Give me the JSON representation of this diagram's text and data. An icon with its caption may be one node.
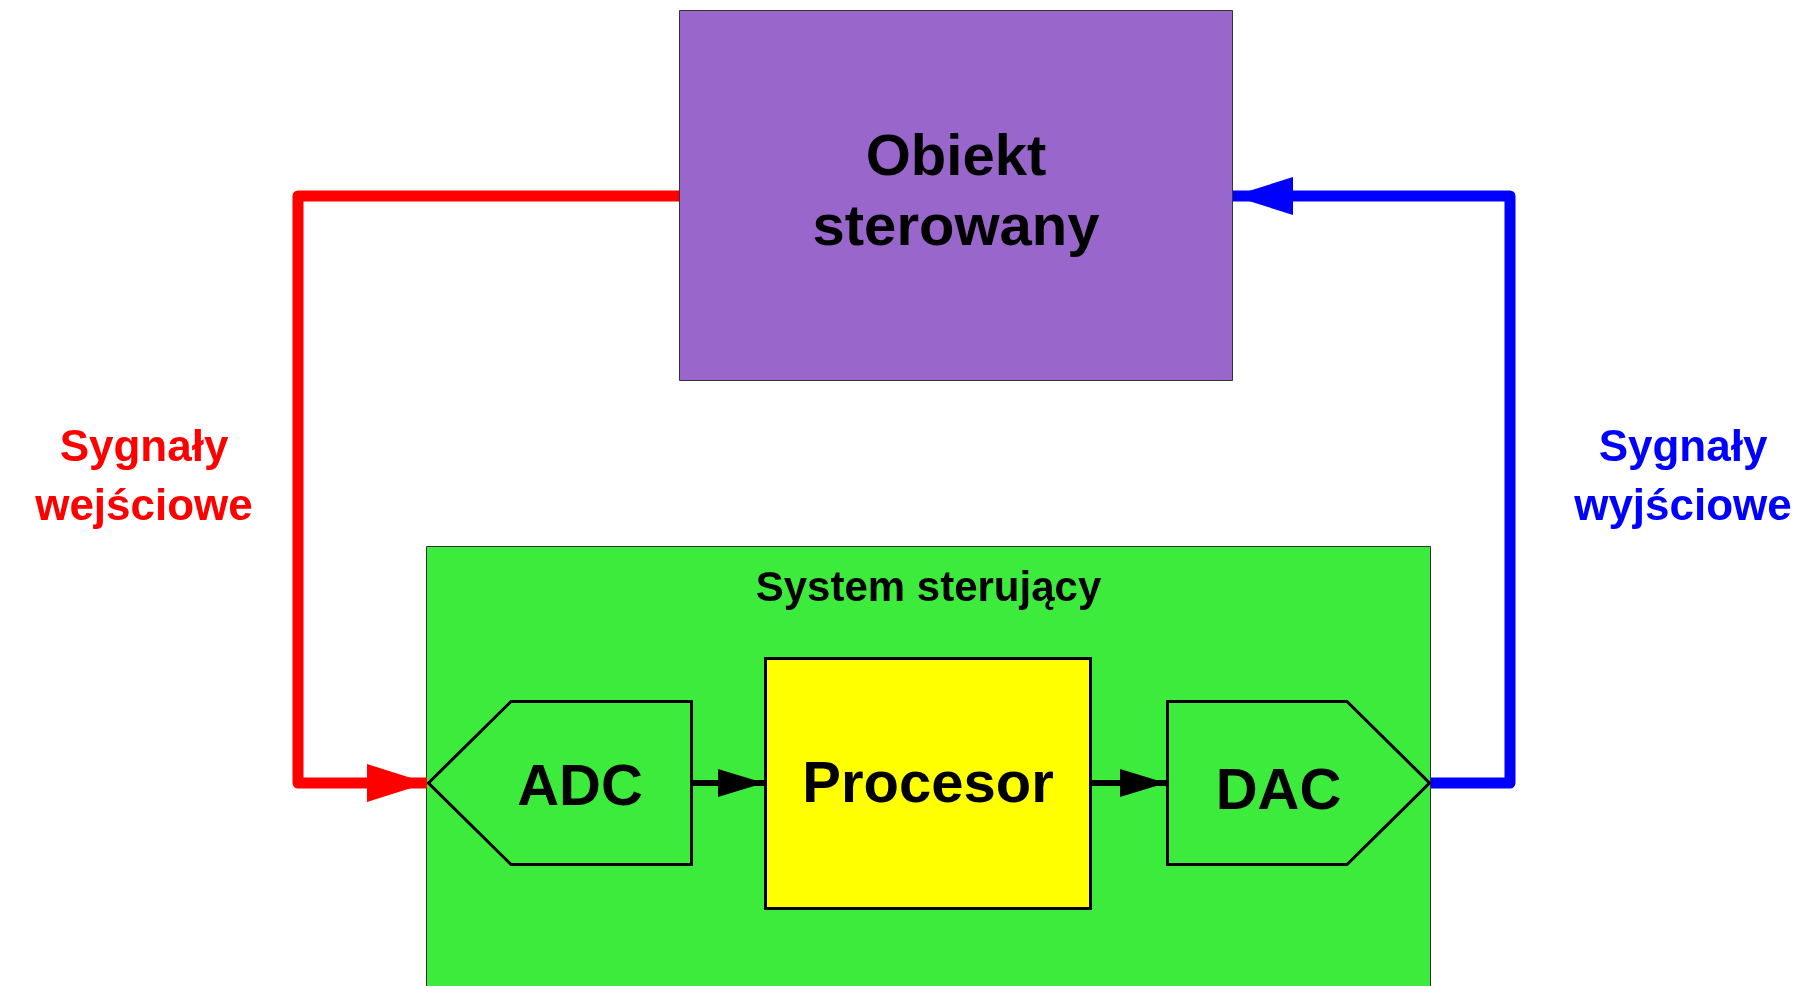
{
  "diagram": {
    "nodes": [
      {
        "text": [
          "Obiekt sterowany"
        ]
      },
      {
        "text": [
          "System sterujący"
        ]
      },
      {
        "text": [
          "ADC"
        ],
        "in": 1
      },
      {
        "text": [
          "Procesor"
        ],
        "in": 1
      },
      {
        "text": [
          "DAC"
        ],
        "in": 1
      }
    ],
    "edges": [
      {
        "from": 0,
        "to": 2,
        "arrow": "to",
        "label": "Sygnały wejściowe",
        "style": "thick",
        "color": "#ff0000"
      },
      {
        "from": 2,
        "to": 3,
        "arrow": "to"
      },
      {
        "from": 3,
        "to": 4,
        "arrow": "to"
      },
      {
        "from": 4,
        "to": 0,
        "arrow": "to",
        "label": "Sygnały wyjściowe",
        "style": "thick",
        "color": "#0000ff"
      }
    ]
  }
}
